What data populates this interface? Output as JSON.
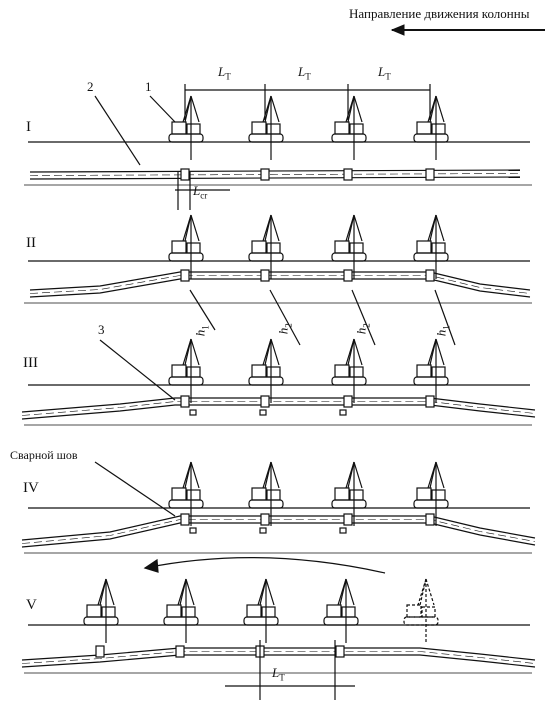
{
  "header": {
    "direction_text": "Направление движения колонны"
  },
  "stages": [
    {
      "id": "I",
      "label": "I"
    },
    {
      "id": "II",
      "label": "II"
    },
    {
      "id": "III",
      "label": "III"
    },
    {
      "id": "IV",
      "label": "IV"
    },
    {
      "id": "V",
      "label": "V"
    }
  ],
  "callouts": {
    "machine": "1",
    "pipeline": "2",
    "weld": "3",
    "weld_seam": "Сварной шов"
  },
  "dimensions": {
    "lt_main": "L",
    "lt_sub": "T",
    "lcr_main": "L",
    "lcr_sub": "cr",
    "h1_main": "h",
    "h1_sub": "1",
    "h2_main": "h",
    "h2_sub": "2"
  },
  "colors": {
    "ink": "#111111",
    "background": "#ffffff"
  }
}
